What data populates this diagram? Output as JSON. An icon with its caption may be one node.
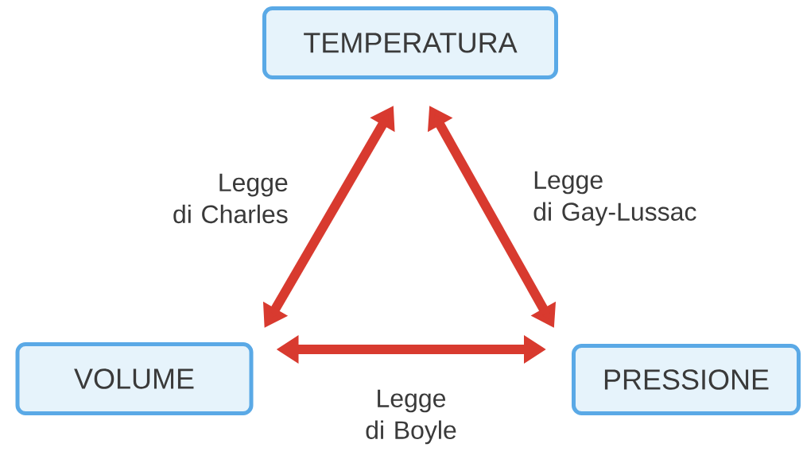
{
  "diagram": {
    "nodes": [
      {
        "text": [
          "TEMPERATURA"
        ]
      },
      {
        "text": [
          "VOLUME"
        ]
      },
      {
        "text": [
          "PRESSIONE"
        ]
      }
    ],
    "edges": [
      {
        "from": 0,
        "to": 1,
        "arrow": "both",
        "label": "Legge di Charles"
      },
      {
        "from": 0,
        "to": 2,
        "arrow": "both",
        "label": "Legge di Gay-Lussac"
      },
      {
        "from": 1,
        "to": 2,
        "arrow": "both",
        "label": "Legge di Boyle"
      }
    ]
  }
}
